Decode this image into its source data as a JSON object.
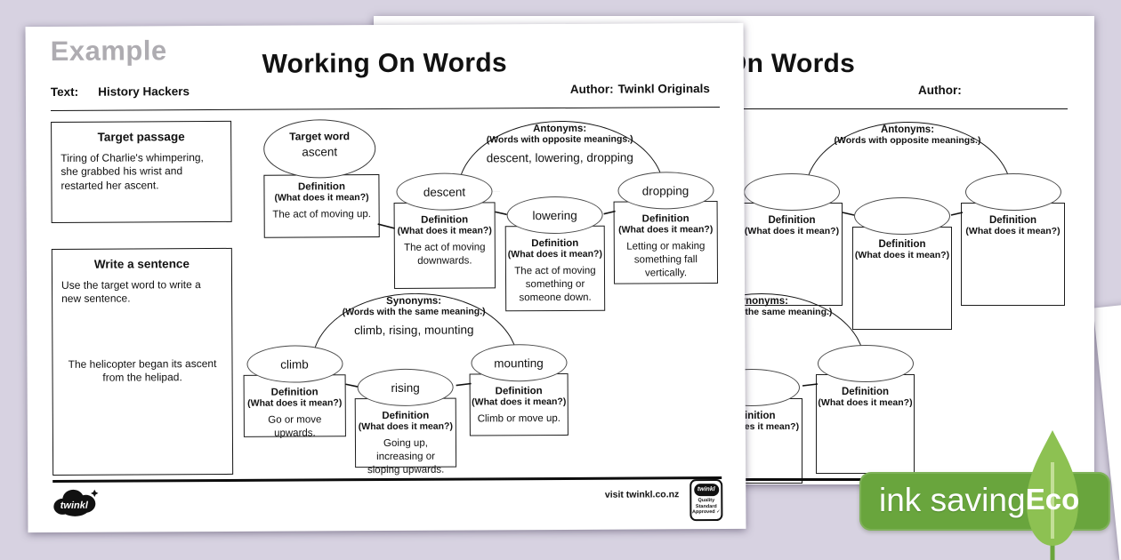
{
  "colors": {
    "background": "#d7d2e1",
    "page": "#ffffff",
    "ink": "#111111",
    "example_gray": "#aeacb1",
    "eco_green": "#69a53d",
    "leaf_green": "#8dc152"
  },
  "labels": {
    "definition": "Definition",
    "prompt": "(What does it mean?)"
  },
  "footer": {
    "logo_text": "twinkl",
    "visit": "visit twinkl.co.nz",
    "badge_brand": "twinkl",
    "badge_line1": "Quality Standard",
    "badge_line2": "Approved ✓"
  },
  "eco": {
    "ink_saving_label": "ink saving",
    "eco_label": "Eco"
  },
  "front": {
    "example_label": "Example",
    "title": "Working On Words",
    "text_label": "Text:",
    "text_value": "History Hackers",
    "author_label": "Author:",
    "author_value": "Twinkl Originals",
    "target_passage": {
      "title": "Target passage",
      "body": "Tiring of Charlie's whimpering, she grabbed his wrist and restarted her ascent."
    },
    "write_sentence": {
      "title": "Write a sentence",
      "instruction": "Use the target word to write a new sentence.",
      "answer": "The helicopter began its ascent from the helipad."
    },
    "target_word": {
      "label": "Target word",
      "word": "ascent",
      "definition": "The act of moving up."
    },
    "antonyms": {
      "label": "Antonyms:",
      "sublabel": "(Words with opposite meanings.)",
      "answer": "descent, lowering, dropping",
      "items": [
        {
          "word": "descent",
          "def": "The act of moving downwards."
        },
        {
          "word": "lowering",
          "def": "The act of moving something or someone down."
        },
        {
          "word": "dropping",
          "def": "Letting or making something fall vertically."
        }
      ]
    },
    "synonyms": {
      "label": "Synonyms:",
      "sublabel": "(Words with the same meaning.)",
      "answer": "climb, rising, mounting",
      "items": [
        {
          "word": "climb",
          "def": "Go or move upwards."
        },
        {
          "word": "rising",
          "def": "Going up, increasing or sloping upwards."
        },
        {
          "word": "mounting",
          "def": "Climb or move up."
        }
      ]
    }
  },
  "back": {
    "example_label": "",
    "title": "Working On Words",
    "text_label": "",
    "text_value": "",
    "author_label": "Author:",
    "author_value": "",
    "target_passage": {
      "title": "",
      "body": ""
    },
    "write_sentence": {
      "title": "",
      "instruction": "",
      "answer": ""
    },
    "target_word": {
      "label": "",
      "word": "",
      "definition": ""
    },
    "antonyms": {
      "label": "Antonyms:",
      "sublabel": "(Words with opposite meanings.)",
      "answer": "",
      "items": [
        {
          "word": "",
          "def": ""
        },
        {
          "word": "",
          "def": ""
        },
        {
          "word": "",
          "def": ""
        }
      ]
    },
    "synonyms": {
      "label": "Synonyms:",
      "sublabel": "(Words with the same meaning.)",
      "answer": "",
      "items": [
        {
          "word": "",
          "def": ""
        },
        {
          "word": "",
          "def": ""
        },
        {
          "word": "",
          "def": ""
        }
      ]
    }
  }
}
